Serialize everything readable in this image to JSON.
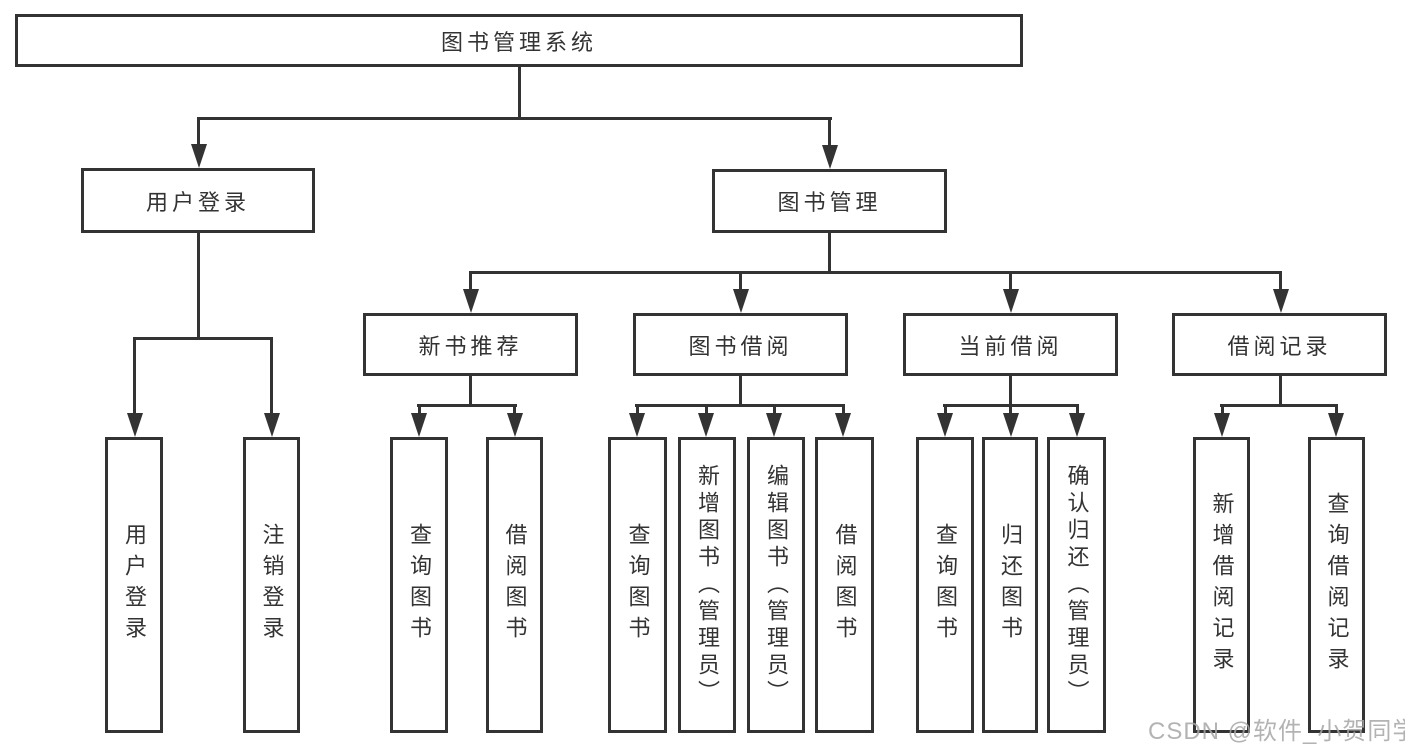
{
  "diagram": {
    "watermark": "CSDN @软件_小贺同学",
    "colors": {
      "line": "#333333",
      "box_border": "#333333",
      "box_background": "#ffffff",
      "label_text": "#333333",
      "watermark_text": "#a6a6a6"
    },
    "tree": {
      "label": "图书管理系统",
      "children": [
        {
          "label": "用户登录",
          "children": [
            {
              "label": "用户登录"
            },
            {
              "label": "注销登录"
            }
          ]
        },
        {
          "label": "图书管理",
          "children": [
            {
              "label": "新书推荐",
              "children": [
                {
                  "label": "查询图书"
                },
                {
                  "label": "借阅图书"
                }
              ]
            },
            {
              "label": "图书借阅",
              "children": [
                {
                  "label": "查询图书"
                },
                {
                  "label": "新增图书（管理员）"
                },
                {
                  "label": "编辑图书（管理员）"
                },
                {
                  "label": "借阅图书"
                }
              ]
            },
            {
              "label": "当前借阅",
              "children": [
                {
                  "label": "查询图书"
                },
                {
                  "label": "归还图书"
                },
                {
                  "label": "确认归还（管理员）"
                }
              ]
            },
            {
              "label": "借阅记录",
              "children": [
                {
                  "label": "新增借阅记录"
                },
                {
                  "label": "查询借阅记录"
                }
              ]
            }
          ]
        }
      ]
    }
  }
}
